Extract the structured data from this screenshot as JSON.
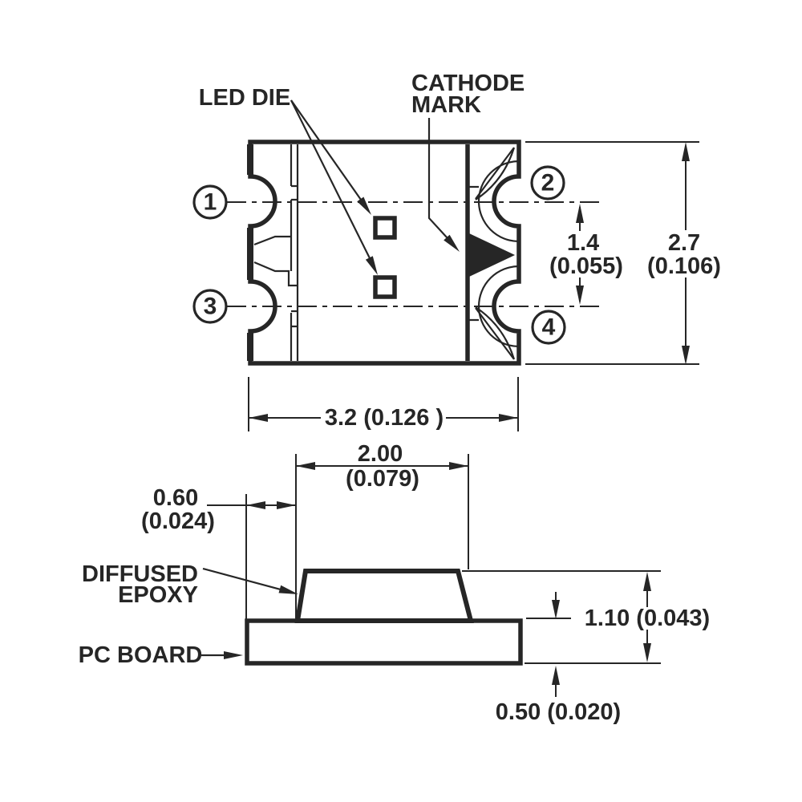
{
  "title": "SMD chip LED package outline drawing",
  "colors": {
    "ink": "#262626",
    "background": "#ffffff"
  },
  "top_view": {
    "led_die_label": "LED DIE",
    "cathode_mark_label": [
      "CATHODE",
      "MARK"
    ],
    "pins": [
      {
        "number": "1"
      },
      {
        "number": "2"
      },
      {
        "number": "3"
      },
      {
        "number": "4"
      }
    ],
    "dims": {
      "pad_pitch_mm": "1.4",
      "pad_pitch_in": "(0.055)",
      "body_height_mm": "2.7",
      "body_height_in": "(0.106)",
      "body_width": "3.2 (0.126 )"
    }
  },
  "side_view": {
    "diffused_epoxy_label": [
      "DIFFUSED",
      "EPOXY"
    ],
    "pc_board_label": "PC BOARD",
    "dims": {
      "epoxy_width_mm": "2.00",
      "epoxy_width_in": "(0.079)",
      "epoxy_offset_mm": "0.60",
      "epoxy_offset_in": "(0.024)",
      "total_height": "1.10 (0.043)",
      "board_thickness": "0.50 (0.020)"
    }
  }
}
